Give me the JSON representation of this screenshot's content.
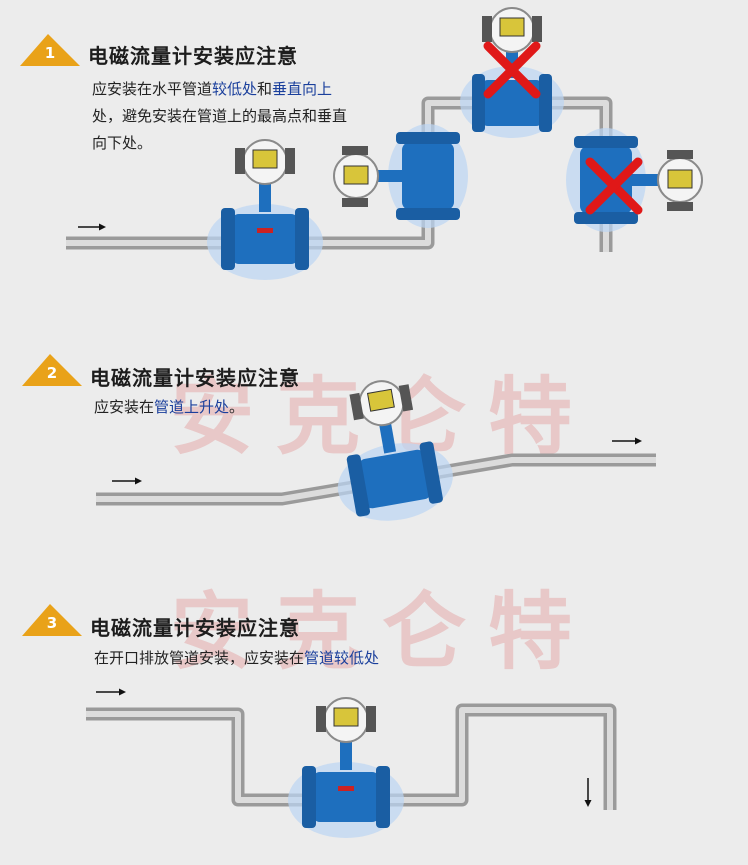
{
  "watermark": "安克仑特",
  "sections": [
    {
      "number": "1",
      "title": "电磁流量计安装应注意",
      "desc": [
        {
          "text": "应安装在水平管道",
          "highlight": false
        },
        {
          "text": "较低处",
          "highlight": true
        },
        {
          "text": "和",
          "highlight": false
        },
        {
          "text": "垂直向上",
          "highlight": true
        },
        {
          "text": "处，避免安装在管道上的最高点和垂直向下处。",
          "highlight": false
        }
      ]
    },
    {
      "number": "2",
      "title": "电磁流量计安装应注意",
      "desc": [
        {
          "text": "应安装在",
          "highlight": false
        },
        {
          "text": "管道上升处",
          "highlight": true
        },
        {
          "text": "。",
          "highlight": false
        }
      ]
    },
    {
      "number": "3",
      "title": "电磁流量计安装应注意",
      "desc": [
        {
          "text": "在开口排放管道安装，应安装在",
          "highlight": false
        },
        {
          "text": "管道较低处",
          "highlight": true
        }
      ]
    }
  ],
  "colors": {
    "badge": "#e9a219",
    "meter_body": "#1e6fbe",
    "pipe": "#b7b7b7",
    "wrong_mark": "#e01818",
    "highlight_text": "#1a3f9c"
  }
}
